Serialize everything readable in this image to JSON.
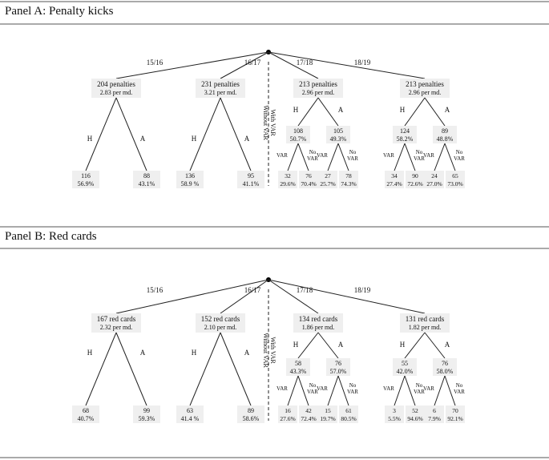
{
  "panels": [
    {
      "title": "Panel A: Penalty kicks",
      "divider_label": [
        "With VAR",
        "Without VAR"
      ],
      "seasons": [
        {
          "label": "15/16",
          "box": [
            "204 penalties",
            "2.83 per md."
          ],
          "split": "simple",
          "H": {
            "n": "116",
            "pct": "56.9%"
          },
          "A": {
            "n": "88",
            "pct": "43.1%"
          }
        },
        {
          "label": "16/17",
          "box": [
            "231 penalties",
            "3.21 per md."
          ],
          "split": "simple",
          "H": {
            "n": "136",
            "pct": "58.9 %"
          },
          "A": {
            "n": "95",
            "pct": "41.1%"
          }
        },
        {
          "label": "17/18",
          "box": [
            "213 penalties",
            "2.96 per md."
          ],
          "split": "var",
          "H": {
            "n": "108",
            "pct": "50.7%",
            "var": {
              "n": "32",
              "pct": "29.6%"
            },
            "novar": {
              "n": "76",
              "pct": "70.4%"
            }
          },
          "A": {
            "n": "105",
            "pct": "49.3%",
            "var": {
              "n": "27",
              "pct": "25.7%"
            },
            "novar": {
              "n": "78",
              "pct": "74.3%"
            }
          }
        },
        {
          "label": "18/19",
          "box": [
            "213 penalties",
            "2.96 per md."
          ],
          "split": "var",
          "H": {
            "n": "124",
            "pct": "58.2%",
            "var": {
              "n": "34",
              "pct": "27.4%"
            },
            "novar": {
              "n": "90",
              "pct": "72.6%"
            }
          },
          "A": {
            "n": "89",
            "pct": "48.8%",
            "var": {
              "n": "24",
              "pct": "27.0%"
            },
            "novar": {
              "n": "65",
              "pct": "73.0%"
            }
          }
        }
      ]
    },
    {
      "title": "Panel B: Red cards",
      "divider_label": [
        "With VAR",
        "Without VAR"
      ],
      "seasons": [
        {
          "label": "15/16",
          "box": [
            "167 red cards",
            "2.32 per md."
          ],
          "split": "simple",
          "H": {
            "n": "68",
            "pct": "40.7%"
          },
          "A": {
            "n": "99",
            "pct": "59.3%"
          }
        },
        {
          "label": "16/17",
          "box": [
            "152 red cards",
            "2.10 per md."
          ],
          "split": "simple",
          "H": {
            "n": "63",
            "pct": "41.4 %"
          },
          "A": {
            "n": "89",
            "pct": "58.6%"
          }
        },
        {
          "label": "17/18",
          "box": [
            "134 red cards",
            "1.86 per md."
          ],
          "split": "var",
          "H": {
            "n": "58",
            "pct": "43.3%",
            "var": {
              "n": "16",
              "pct": "27.6%"
            },
            "novar": {
              "n": "42",
              "pct": "72.4%"
            }
          },
          "A": {
            "n": "76",
            "pct": "57.0%",
            "var": {
              "n": "15",
              "pct": "19.7%"
            },
            "novar": {
              "n": "61",
              "pct": "80.5%"
            }
          }
        },
        {
          "label": "18/19",
          "box": [
            "131 red cards",
            "1.82 per md."
          ],
          "split": "var",
          "H": {
            "n": "55",
            "pct": "42.0%",
            "var": {
              "n": "3",
              "pct": "5.5%"
            },
            "novar": {
              "n": "52",
              "pct": "94.6%"
            }
          },
          "A": {
            "n": "76",
            "pct": "58.0%",
            "var": {
              "n": "6",
              "pct": "7.9%"
            },
            "novar": {
              "n": "70",
              "pct": "92.1%"
            }
          }
        }
      ]
    }
  ],
  "labels": {
    "home": "H",
    "away": "A",
    "var": "VAR",
    "novar": [
      "No",
      "VAR"
    ]
  },
  "colors": {
    "box_fill": "#efefef",
    "line": "#222222",
    "rule": "#555555"
  }
}
